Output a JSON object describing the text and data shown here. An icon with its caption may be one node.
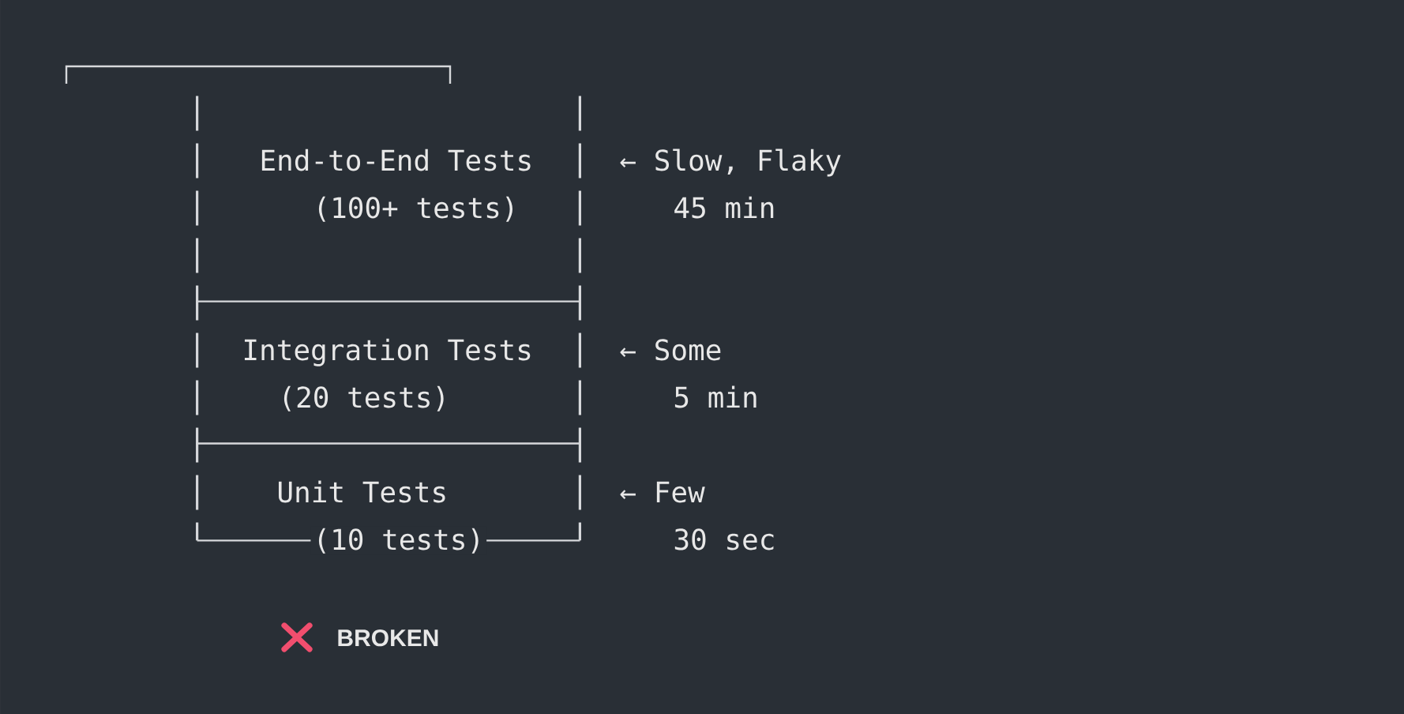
{
  "diagram": {
    "nodes": [
      {
        "text": [
          "End-to-End Tests",
          "(100+ tests)"
        ],
        "beside": [
          "← Slow, Flaky",
          "45 min"
        ]
      },
      {
        "text": [
          "Integration Tests",
          "(20 tests)"
        ],
        "beside": [
          "← Some",
          "5 min"
        ]
      },
      {
        "text": [
          "Unit Tests",
          "(10 tests)"
        ],
        "beside": [
          "← Few",
          "30 sec"
        ]
      }
    ],
    "labels": [
      "BROKEN"
    ]
  }
}
